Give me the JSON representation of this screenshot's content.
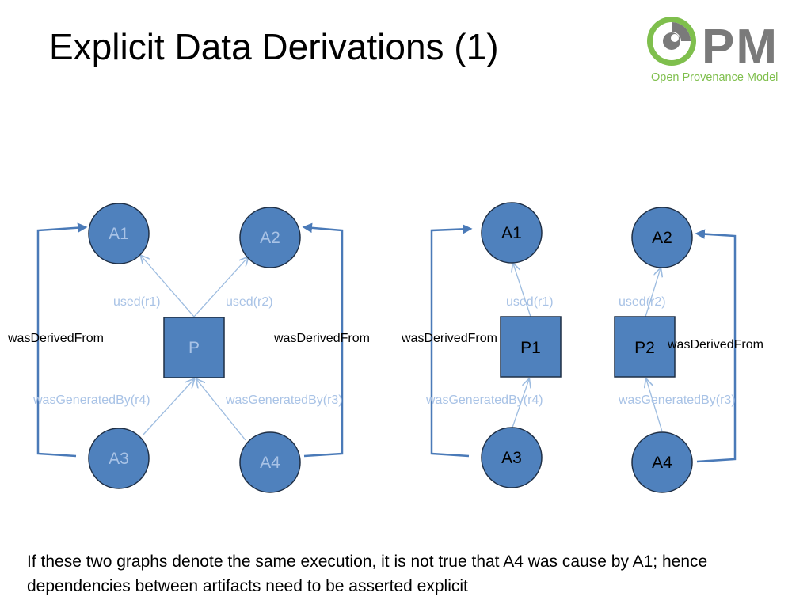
{
  "slide": {
    "title": "Explicit Data Derivations (1)",
    "footnote": "If these two graphs denote the same execution, it is not true that A4 was cause by A1; hence dependencies between artifacts need to be asserted explicit"
  },
  "logo": {
    "letters": "PM",
    "caption": "Open Provenance Model",
    "green": "#7fbf4d",
    "grey": "#7a7a7a"
  },
  "colors": {
    "node_fill": "#4f81bd",
    "node_stroke": "#1f2f45",
    "derived_arrow": "#4a7ab8",
    "edge": "#9dbce0",
    "faded_text": "#a9c3e6"
  },
  "graph1": {
    "nodes": {
      "a1": "A1",
      "a2": "A2",
      "a3": "A3",
      "a4": "A4",
      "p": "P"
    },
    "edges": {
      "used_r1": "used(r1)",
      "used_r2": "used(r2)",
      "gen_r4": "wasGeneratedBy(r4)",
      "gen_r3": "wasGeneratedBy(r3)",
      "derived_left": "wasDerivedFrom",
      "derived_right": "wasDerivedFrom"
    }
  },
  "graph2": {
    "nodes": {
      "a1": "A1",
      "a2": "A2",
      "a3": "A3",
      "a4": "A4",
      "p1": "P1",
      "p2": "P2"
    },
    "edges": {
      "used_r1": "used(r1)",
      "used_r2": "used(r2)",
      "gen_r4": "wasGeneratedBy(r4)",
      "gen_r3": "wasGeneratedBy(r3)",
      "derived_left": "wasDerivedFrom",
      "derived_right": "wasDerivedFrom"
    }
  }
}
